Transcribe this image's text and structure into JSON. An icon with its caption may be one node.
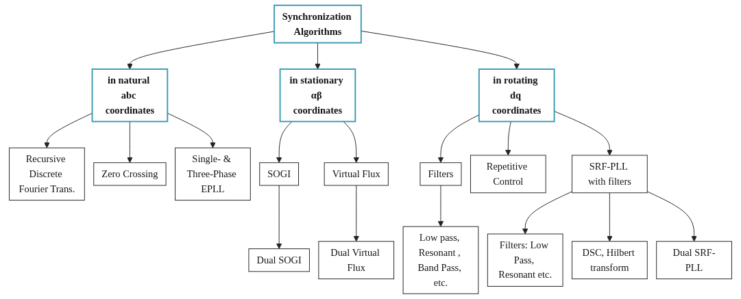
{
  "diagram": {
    "nodes": [
      {
        "text": [
          "Synchronization Algorithms"
        ]
      },
      {
        "text": [
          "in natural abc coordinates"
        ]
      },
      {
        "text": [
          "in stationary αβ coordinates"
        ]
      },
      {
        "text": [
          "in rotating dq coordinates"
        ]
      },
      {
        "text": [
          "Recursive Discrete Fourier Trans."
        ]
      },
      {
        "text": [
          "Zero Crossing"
        ]
      },
      {
        "text": [
          "Single- & Three-Phase EPLL"
        ]
      },
      {
        "text": [
          "SOGI"
        ]
      },
      {
        "text": [
          "Virtual Flux"
        ]
      },
      {
        "text": [
          "Dual SOGI"
        ]
      },
      {
        "text": [
          "Dual Virtual Flux"
        ]
      },
      {
        "text": [
          "Filters"
        ]
      },
      {
        "text": [
          "Repetitive Control"
        ]
      },
      {
        "text": [
          "SRF-PLL with filters"
        ]
      },
      {
        "text": [
          "Low pass, Resonant , Band Pass, etc."
        ]
      },
      {
        "text": [
          "Filters: Low Pass, Resonant etc."
        ]
      },
      {
        "text": [
          "DSC, Hilbert transform"
        ]
      },
      {
        "text": [
          "Dual SRF-PLL"
        ]
      }
    ],
    "edges": [
      {
        "from": 0,
        "to": 1,
        "arrow": "to"
      },
      {
        "from": 0,
        "to": 2,
        "arrow": "to"
      },
      {
        "from": 0,
        "to": 3,
        "arrow": "to"
      },
      {
        "from": 1,
        "to": 4,
        "arrow": "to"
      },
      {
        "from": 1,
        "to": 5,
        "arrow": "to"
      },
      {
        "from": 1,
        "to": 6,
        "arrow": "to"
      },
      {
        "from": 2,
        "to": 7,
        "arrow": "to"
      },
      {
        "from": 2,
        "to": 8,
        "arrow": "to"
      },
      {
        "from": 7,
        "to": 9,
        "arrow": "to"
      },
      {
        "from": 8,
        "to": 10,
        "arrow": "to"
      },
      {
        "from": 3,
        "to": 11,
        "arrow": "to"
      },
      {
        "from": 3,
        "to": 12,
        "arrow": "to"
      },
      {
        "from": 3,
        "to": 13,
        "arrow": "to"
      },
      {
        "from": 11,
        "to": 14,
        "arrow": "to"
      },
      {
        "from": 13,
        "to": 15,
        "arrow": "to"
      },
      {
        "from": 13,
        "to": 16,
        "arrow": "to"
      },
      {
        "from": 13,
        "to": 17,
        "arrow": "to"
      }
    ]
  }
}
